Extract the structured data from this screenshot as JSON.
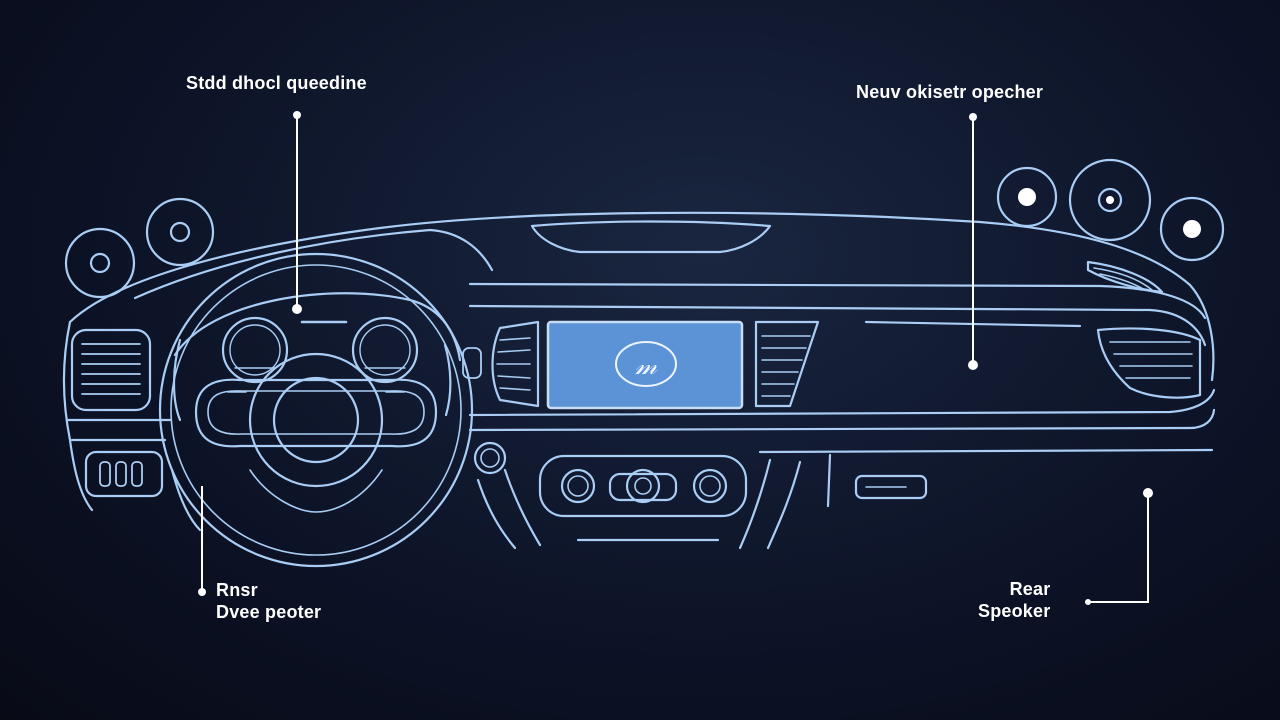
{
  "labels": {
    "top_left": "Stdd dhocl queedine",
    "top_right": "Neuv okisetr opecher",
    "bottom_left": {
      "line1": "Rnsr",
      "line2": "Dvee peoter"
    },
    "bottom_right": {
      "line1": "Rear",
      "line2": "Speoker"
    }
  },
  "screen": {
    "logo_text": "𝓂"
  },
  "colors": {
    "line": "#a9cdf4",
    "line_dim": "#7fa8d8",
    "screen_fill": "#5b93d6",
    "background": "#0f1730",
    "label_text": "#ffffff"
  },
  "icons": [
    "speaker-icon",
    "steering-wheel-icon",
    "gauge-icon",
    "air-vent-icon",
    "infotainment-screen-icon"
  ]
}
